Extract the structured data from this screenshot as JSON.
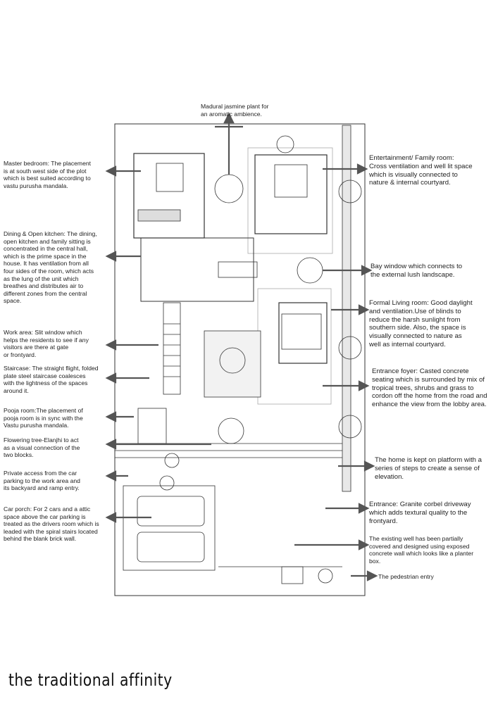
{
  "title": "the traditional affinity",
  "annotations": {
    "jasmine": "Madural jasmine plant for\nan aromatic ambience.",
    "master_bedroom": "Master bedroom: The placement\nis at south west side of the plot\nwhich is best suited according to\nvastu purusha mandala.",
    "dining": "Dining & Open kitchen: The dining,\nopen kitchen and family sitting is\nconcentrated in the central hall,\nwhich is the prime space in the\nhouse. It has ventilation from all\nfour sides of the room, which acts\nas the lung of the unit which\nbreathes and distributes air to\ndifferent zones from the central\nspace.",
    "work_area": "Work area: Slit window which\nhelps the residents to see if any\nvisitors are there at gate\nor frontyard.",
    "staircase": "Staircase: The straight flight, folded\nplate steel staircase coalesces\nwith the lightness of the spaces\naround it.",
    "pooja": "Pooja room:The placement of\npooja room is in sync with the\nVastu purusha mandala.",
    "flowering_tree": "Flowering tree-Elanjhi to act\nas a visual connection of the\ntwo blocks.",
    "private_access": "Private access from the car\nparking to the work area and\nits backyard and ramp entry.",
    "car_porch": "Car porch: For 2 cars and a attic\nspace above the car parking is\ntreated as the drivers room which is\nleaded with the spiral stairs located\nbehind the blank brick wall.",
    "entertainment": "Entertainment/ Family room:\nCross ventilation and well lit space\nwhich is visually connected to\nnature & internal courtyard.",
    "bay_window": "Bay window which connects to\nthe external lush landscape.",
    "formal_living": "Formal Living room: Good daylight\nand ventilation.Use of blinds to\nreduce the harsh sunlight from\nsouthern side. Also, the space is\nvisually connected to nature as\nwell as internal courtyard.",
    "entrance_foyer": "Entrance foyer: Casted concrete\nseating which is surrounded by mix of\ntropical trees, shrubs and grass to\ncordon off the home from the road and\nenhance the view from the lobby area.",
    "platform": "The home is kept on platform with a\nseries of steps to create a sense of\nelevation.",
    "entrance": "Entrance: Granite corbel driveway\nwhich adds textural quality to the\nfrontyard.",
    "well": "The existing well has been partially\ncovered and designed using exposed\nconcrete wall which looks like a planter\nbox.",
    "pedestrian": "The pedestrian entry"
  }
}
